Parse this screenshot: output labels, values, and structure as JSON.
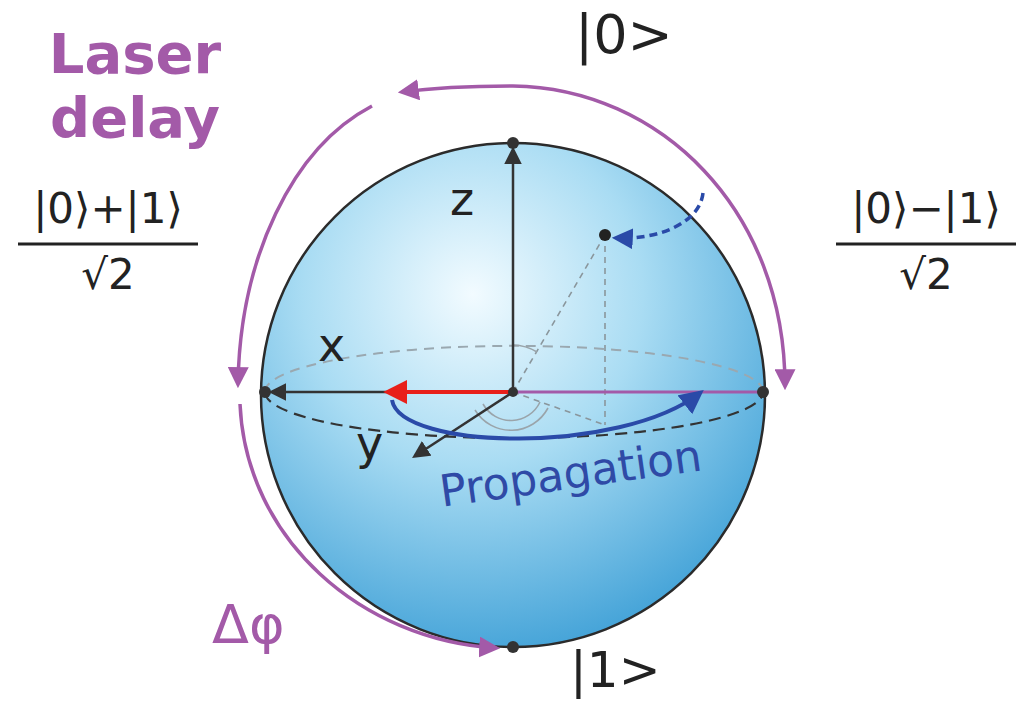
{
  "diagram": {
    "labels": [
      "|0>",
      "Laser delay",
      "z",
      "|0⟩+|1⟩",
      "√2",
      "x",
      "|0⟩−|1⟩",
      "√2",
      "y",
      "Propagation",
      "Δφ",
      "|1>"
    ]
  }
}
